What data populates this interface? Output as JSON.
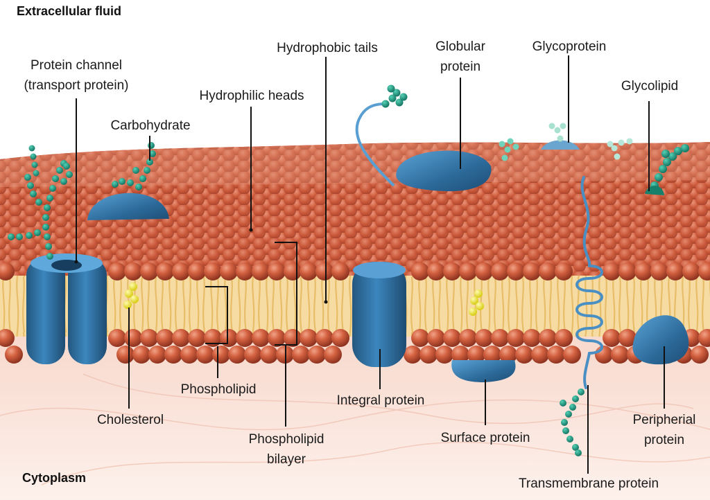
{
  "regions": {
    "top": "Extracellular fluid",
    "bottom": "Cytoplasm"
  },
  "labels": {
    "protein_channel": [
      "Protein channel",
      "(transport protein)"
    ],
    "carbohydrate": "Carbohydrate",
    "hydrophilic_heads": "Hydrophilic heads",
    "hydrophobic_tails": "Hydrophobic tails",
    "globular_protein": [
      "Globular",
      "protein"
    ],
    "glycoprotein": "Glycoprotein",
    "glycolipid": "Glycolipid",
    "phospholipid": "Phospholipid",
    "cholesterol": "Cholesterol",
    "phospholipid_bilayer": [
      "Phospholipid",
      "bilayer"
    ],
    "integral_protein": "Integral protein",
    "surface_protein": "Surface protein",
    "transmembrane_protein": "Transmembrane protein",
    "peripheral_protein": [
      "Peripherial",
      "protein"
    ]
  },
  "colors": {
    "head": "#c9553b",
    "head_light": "#e8866a",
    "head_dark": "#8e3320",
    "tail": "#f3d58f",
    "protein": "#2f6f9f",
    "protein_light": "#5b9fd0",
    "carb": "#1f9a84",
    "cholesterol": "#f2e935",
    "cytoplasm": "#f9e3da"
  }
}
